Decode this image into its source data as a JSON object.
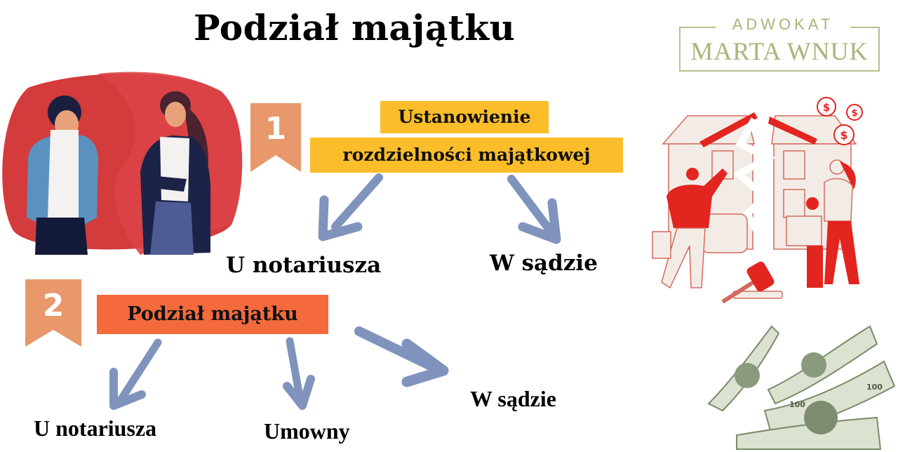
{
  "header": {
    "title": "Podział majątku"
  },
  "logo": {
    "top_text": "ADWOKAT",
    "main_text": "MARTA WNUK",
    "color": "#a9b478"
  },
  "step1": {
    "number": "1",
    "title_line1": "Ustanowienie",
    "title_line2": "rozdzielności majątkowej",
    "box_color": "#fbbd2a",
    "options": [
      {
        "label": "U notariusza"
      },
      {
        "label": "W sądzie"
      }
    ]
  },
  "step2": {
    "number": "2",
    "title": "Podział majątku",
    "box_color": "#f56a3d",
    "options": [
      {
        "label": "U notariusza"
      },
      {
        "label": "Umowny"
      },
      {
        "label": "W sądzie"
      }
    ]
  },
  "colors": {
    "badge": "#e8986a",
    "arrow": "#7f93bd",
    "illustration_red": "#e2251f",
    "couple_bg": "#d43b3c"
  },
  "illustrations": [
    {
      "name": "arguing-couple",
      "description": "man and woman turned away from each other on red blob"
    },
    {
      "name": "split-house",
      "description": "cracked house with family, car, gavel and dollar coins"
    },
    {
      "name": "dollar-bills",
      "description": "flying 100 dollar banknotes"
    }
  ]
}
